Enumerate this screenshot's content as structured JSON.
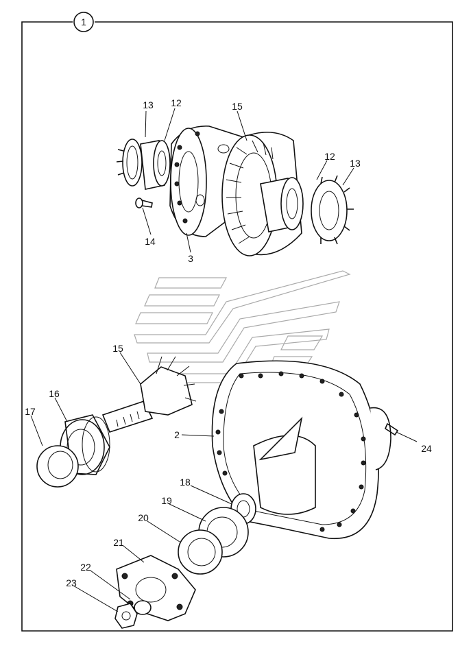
{
  "figure": {
    "number": "1"
  },
  "callouts": [
    {
      "id": "c13a",
      "label": "13"
    },
    {
      "id": "c12a",
      "label": "12"
    },
    {
      "id": "c15a",
      "label": "15"
    },
    {
      "id": "c12b",
      "label": "12"
    },
    {
      "id": "c13b",
      "label": "13"
    },
    {
      "id": "c14",
      "label": "14"
    },
    {
      "id": "c3",
      "label": "3"
    },
    {
      "id": "c15b",
      "label": "15"
    },
    {
      "id": "c16",
      "label": "16"
    },
    {
      "id": "c17",
      "label": "17"
    },
    {
      "id": "c2",
      "label": "2"
    },
    {
      "id": "c24",
      "label": "24"
    },
    {
      "id": "c18",
      "label": "18"
    },
    {
      "id": "c19",
      "label": "19"
    },
    {
      "id": "c20",
      "label": "20"
    },
    {
      "id": "c21",
      "label": "21"
    },
    {
      "id": "c22",
      "label": "22"
    },
    {
      "id": "c23",
      "label": "23"
    }
  ]
}
